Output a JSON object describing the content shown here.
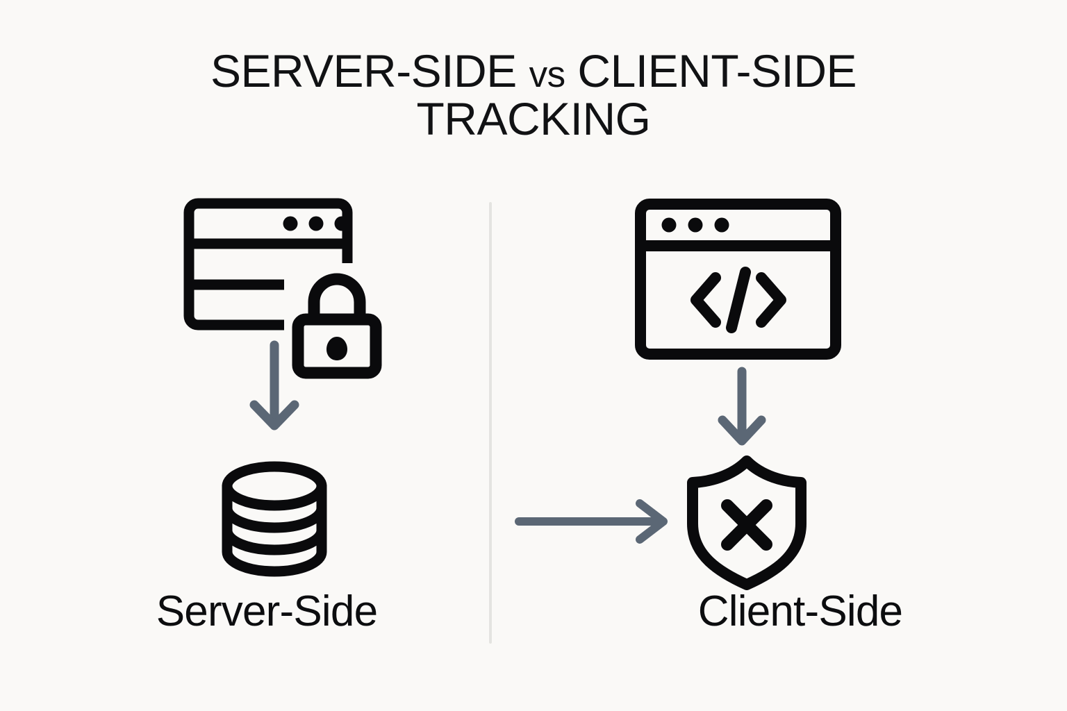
{
  "page": {
    "background_color": "#faf9f7",
    "ink_color": "#0a0a0c",
    "arrow_color": "#5b6775",
    "divider_color": "#e4e4e1"
  },
  "title": {
    "line1_part1": "SERVER-SIDE",
    "line1_vs": "vs",
    "line1_part2": "CLIENT-SIDE",
    "line2": "TRACKING",
    "full_text": "SERVER-SIDE vs CLIENT-SIDE TRACKING"
  },
  "left_panel": {
    "caption": "Server-Side",
    "icons": [
      {
        "name": "server-rack-icon",
        "label": "Server rack with status lights"
      },
      {
        "name": "lock-icon",
        "label": "Closed padlock"
      },
      {
        "name": "arrow-down-icon",
        "label": "Downward flow arrow"
      },
      {
        "name": "database-icon",
        "label": "Database cylinder"
      }
    ]
  },
  "right_panel": {
    "caption": "Client-Side",
    "icons": [
      {
        "name": "browser-code-window-icon",
        "label": "Browser window with code tag"
      },
      {
        "name": "arrow-down-icon",
        "label": "Downward flow arrow"
      },
      {
        "name": "shield-x-icon",
        "label": "Shield with cross mark"
      }
    ]
  },
  "connector": {
    "name": "arrow-right-icon",
    "label": "Horizontal arrow from server side to client side"
  },
  "code_glyph": "</>"
}
